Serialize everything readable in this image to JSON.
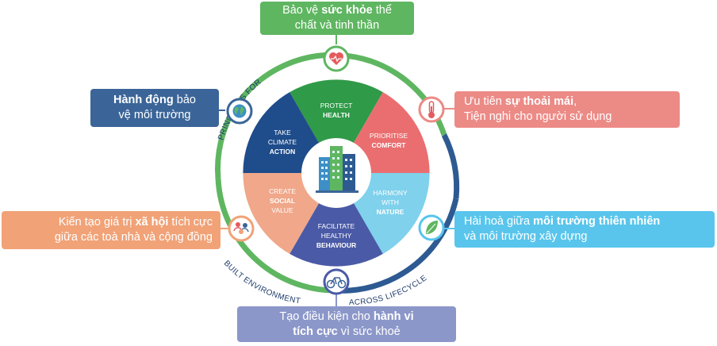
{
  "boxes": {
    "top": {
      "l1_a": "Bảo vệ ",
      "l1_b": "sức khỏe",
      "l1_c": " thể",
      "l2": "chất và tinh thần"
    },
    "left_top": {
      "l1_a": "Hành động",
      "l1_b": " bảo",
      "l2": "vệ môi trường"
    },
    "right_top": {
      "l1_a": "Ưu tiên ",
      "l1_b": "sự thoải mái",
      "l1_c": ",",
      "l2": "Tiện nghi cho người sử dụng"
    },
    "left_bottom": {
      "l1_a": "Kiến tạo giá trị ",
      "l1_b": "xã hội",
      "l1_c": " tích cực",
      "l2": "giữa các toà nhà và cộng đồng"
    },
    "right_bottom": {
      "l1_a": "Hài hoà giữa ",
      "l1_b": "môi trường thiên nhiên",
      "l2": "và môi trường xây dựng"
    },
    "bottom": {
      "l1_a": "Tạo điều kiện cho ",
      "l1_b": "hành vi",
      "l2_a": "tích cực",
      "l2_b": " vì sức khoẻ"
    }
  },
  "segments": {
    "protect": {
      "l1": "PROTECT",
      "l2": "HEALTH"
    },
    "prioritise": {
      "l1": "PRIORITISE",
      "l2": "COMFORT"
    },
    "harmony": {
      "l1": "HARMONY",
      "l2": "WITH",
      "l3": "NATURE"
    },
    "facilitate": {
      "l1": "FACILITATE",
      "l2": "HEALTHY",
      "l3": "BEHAVIOUR"
    },
    "create": {
      "l1": "CREATE",
      "l2": "SOCIAL",
      "l3": "VALUE"
    },
    "take": {
      "l1": "TAKE",
      "l2": "CLIMATE",
      "l3": "ACTION"
    }
  },
  "ring": {
    "principles": "PRINCIPLES FOR",
    "built": "BUILT ENVIRONMENT",
    "lifecycle": "ACROSS LIFECYCLE"
  },
  "icons": [
    "heart-icon",
    "thermometer-icon",
    "leaf-icon",
    "bicycle-icon",
    "community-icon",
    "globe-icon",
    "buildings-icon"
  ],
  "colors": {
    "green": "#5fb661",
    "red": "#ec8a86",
    "cyan": "#59c5ec",
    "indigo": "#4a5aa6",
    "orange": "#f1a277",
    "navy": "#2e5a92"
  }
}
